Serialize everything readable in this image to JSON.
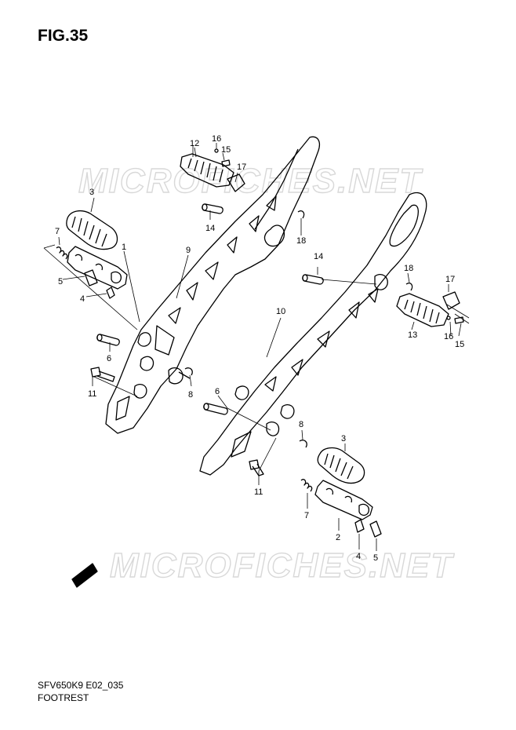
{
  "figure": {
    "title": "FIG.35",
    "code": "SFV650K9 E02_035",
    "caption": "FOOTREST"
  },
  "watermark": "MICROFICHES.NET",
  "fwd_label": "FWD",
  "callouts": {
    "c1": "1",
    "c2": "2",
    "c3a": "3",
    "c3b": "3",
    "c4a": "4",
    "c4b": "4",
    "c5a": "5",
    "c5b": "5",
    "c6a": "6",
    "c6b": "6",
    "c7a": "7",
    "c7b": "7",
    "c8a": "8",
    "c8b": "8",
    "c9": "9",
    "c10": "10",
    "c11a": "11",
    "c11b": "11",
    "c12": "12",
    "c13": "13",
    "c14a": "14",
    "c14b": "14",
    "c15a": "15",
    "c15b": "15",
    "c16a": "16",
    "c16b": "16",
    "c17a": "17",
    "c17b": "17",
    "c18a": "18",
    "c18b": "18"
  },
  "colors": {
    "line": "#000000",
    "watermark": "#d8d8d8",
    "background": "#ffffff"
  }
}
